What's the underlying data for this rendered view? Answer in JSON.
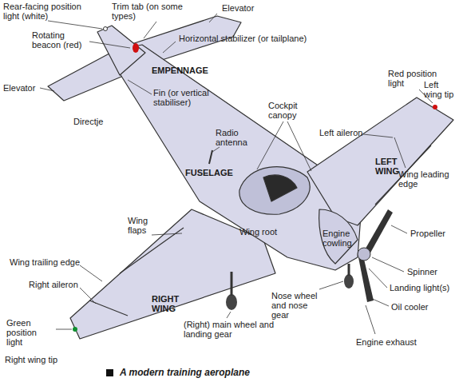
{
  "diagram": {
    "caption": "A modern training aeroplane",
    "labels": [
      "Rear-facing position light (white)",
      "Trim tab (on some types)",
      "Elevator",
      "Rotating beacon (red)",
      "Horizontal stabilizer (or tailplane)",
      "EMPENNAGE",
      "Elevator",
      "Fin (or vertical stabiliser)",
      "Directje",
      "Red position light",
      "Left wing tip",
      "Cockpit canopy",
      "Radio antenna",
      "Left aileron",
      "LEFT WING",
      "Wing leading edge",
      "FUSELAGE",
      "Wing flaps",
      "Wing root",
      "Engine cowling",
      "Propeller",
      "Spinner",
      "Wing trailing edge",
      "Right aileron",
      "Landing light(s)",
      "Nose wheel and nose gear",
      "Oil cooler",
      "RIGHT WING",
      "Green position light",
      "(Right) main wheel and landing gear",
      "Engine exhaust",
      "Right wing tip"
    ]
  }
}
